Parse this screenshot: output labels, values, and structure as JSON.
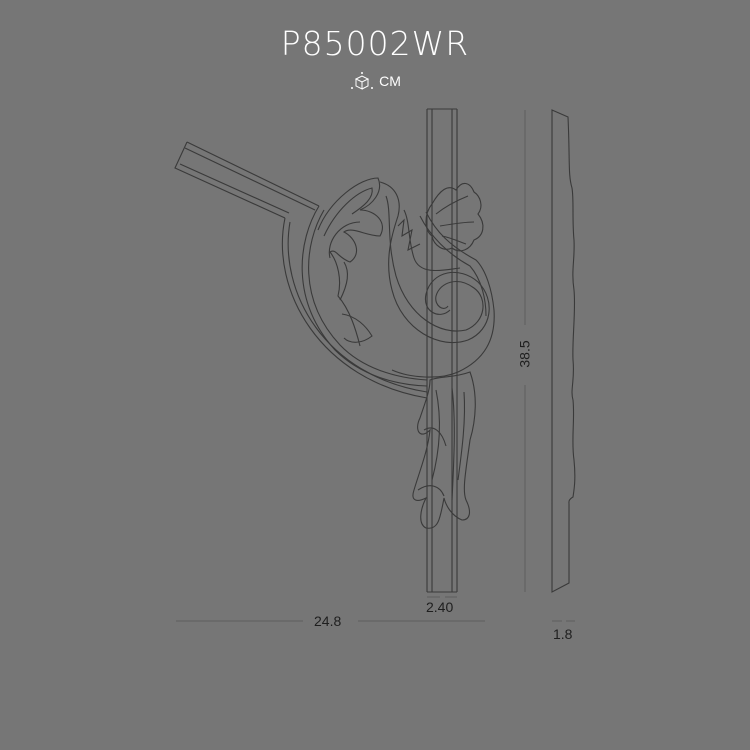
{
  "header": {
    "product_code": "P85002WR",
    "unit_icon": "cube-dimensions-icon",
    "unit_label": "CM"
  },
  "dimensions": {
    "width": "24.8",
    "column_width": "2.40",
    "height": "38.5",
    "depth": "1.8"
  },
  "views": {
    "front": "front-elevation",
    "side": "side-profile"
  },
  "colors": {
    "background": "#767676",
    "line": "#3a3a3a",
    "dimension_line": "#5e5e5e",
    "title_text": "#ffffff",
    "dimension_text": "#1f1f1f"
  }
}
